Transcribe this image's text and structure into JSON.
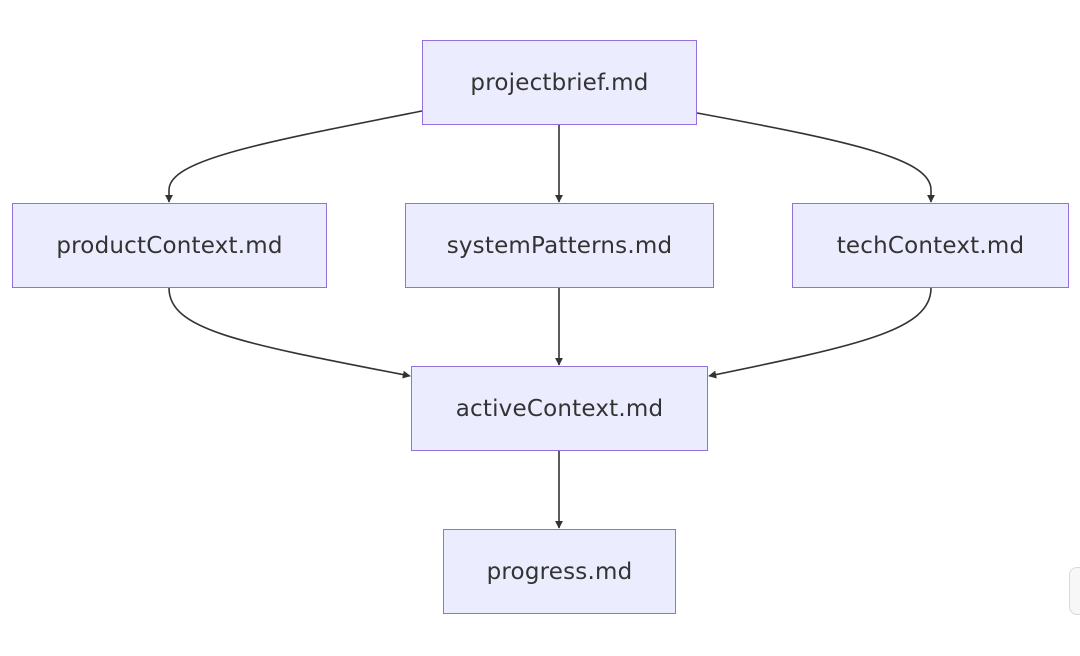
{
  "diagram": {
    "node_fill": "#ECECFF",
    "node_border": "#9370DB",
    "edge_color": "#333333",
    "nodes": [
      {
        "id": "projectbrief",
        "label": "projectbrief.md"
      },
      {
        "id": "product",
        "label": "productContext.md"
      },
      {
        "id": "system",
        "label": "systemPatterns.md"
      },
      {
        "id": "tech",
        "label": "techContext.md"
      },
      {
        "id": "active",
        "label": "activeContext.md"
      },
      {
        "id": "progress",
        "label": "progress.md"
      }
    ],
    "edges": [
      {
        "from": "projectbrief",
        "to": "product"
      },
      {
        "from": "projectbrief",
        "to": "system"
      },
      {
        "from": "projectbrief",
        "to": "tech"
      },
      {
        "from": "product",
        "to": "active"
      },
      {
        "from": "system",
        "to": "active"
      },
      {
        "from": "tech",
        "to": "active"
      },
      {
        "from": "active",
        "to": "progress"
      }
    ]
  }
}
